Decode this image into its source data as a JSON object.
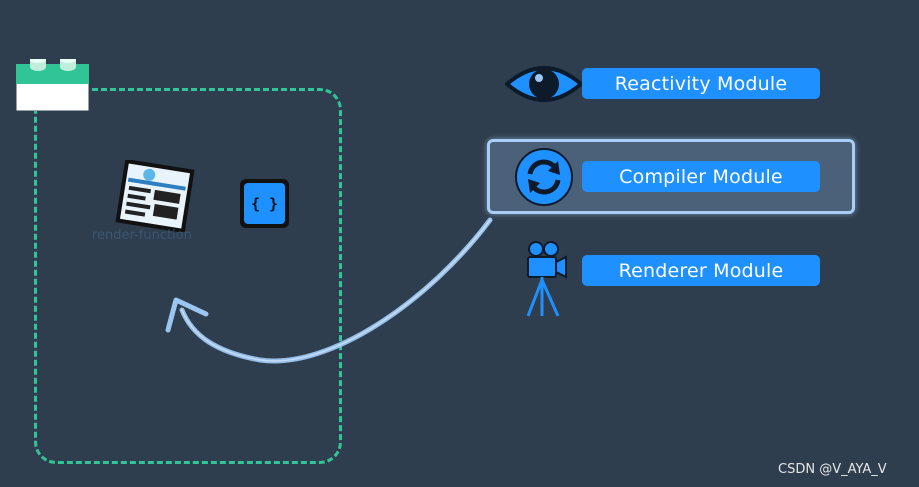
{
  "modules": {
    "reactivity": {
      "label": "Reactivity Module",
      "icon": "eye-icon"
    },
    "compiler": {
      "label": "Compiler Module",
      "icon": "sync-icon"
    },
    "renderer": {
      "label": "Renderer Module",
      "icon": "movie-camera-icon"
    }
  },
  "component": {
    "render_function_caption": "render-function",
    "code_block_text": "{ }"
  },
  "colors": {
    "background": "#2f3e4e",
    "module_pill": "#1e90ff",
    "dashed_border": "#30c496",
    "highlight_border": "#a9cdf5",
    "arrow": "#9cc6f2"
  },
  "watermark": "CSDN @V_AYA_V"
}
